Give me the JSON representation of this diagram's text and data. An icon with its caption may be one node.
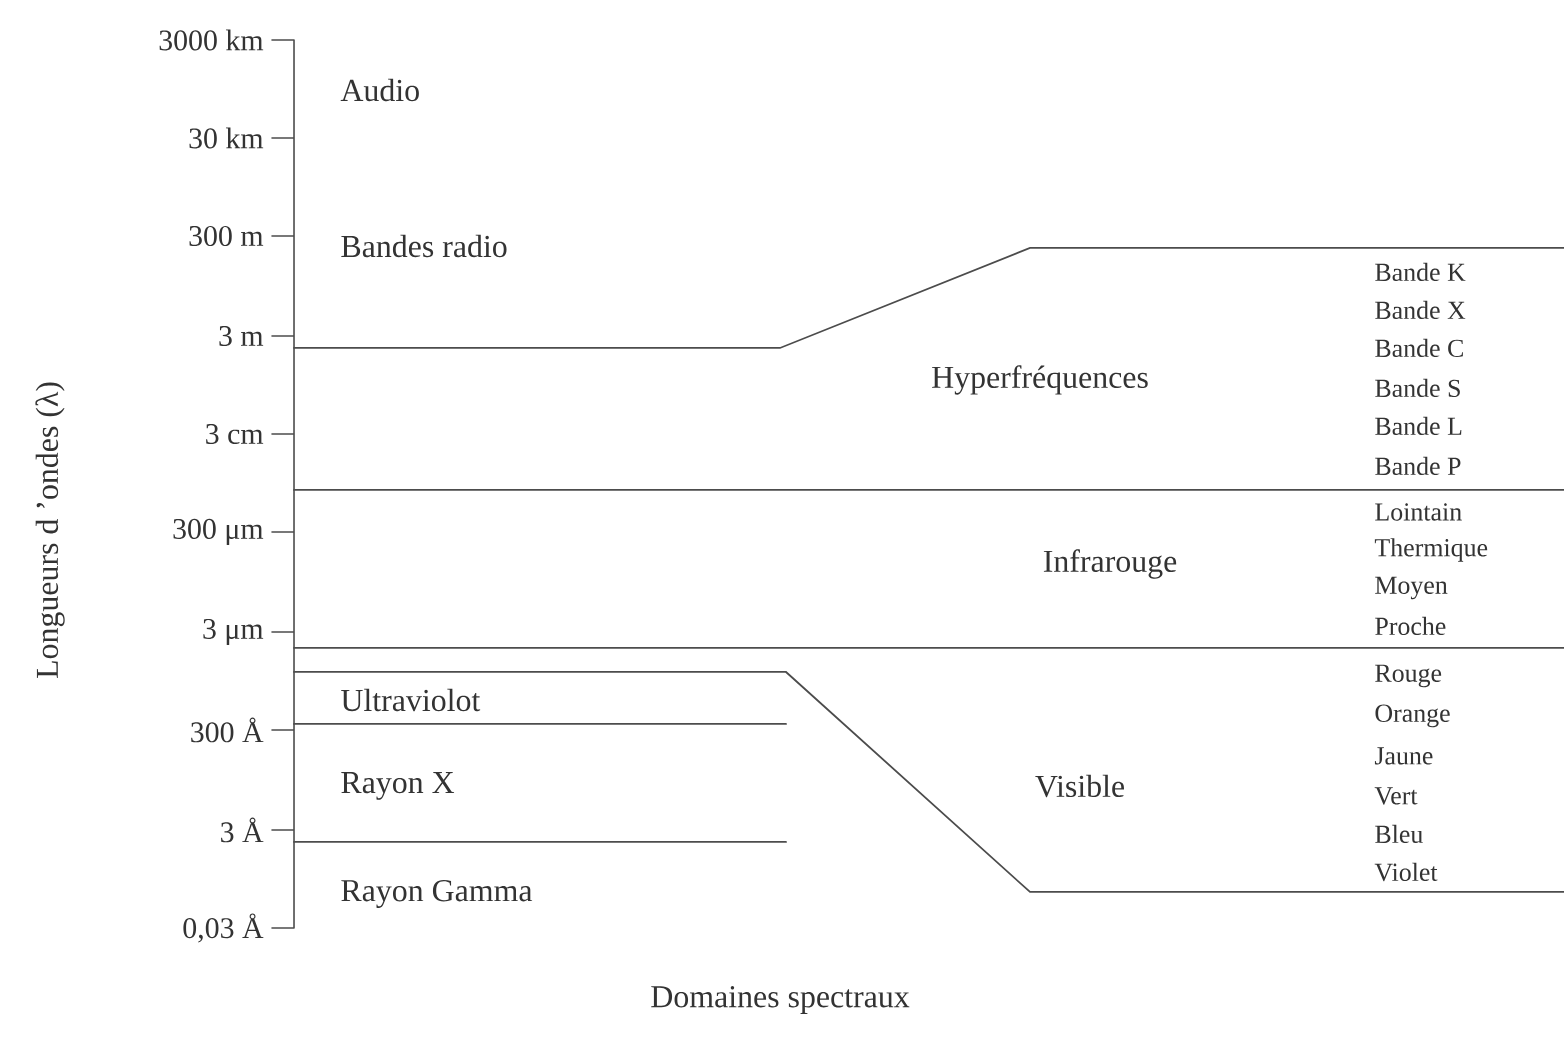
{
  "diagram": {
    "labels": [
      "3000 km",
      "Audio",
      "30 km",
      "300 m",
      "Bandes radio",
      "3 m",
      "Bande K",
      "Bande X",
      "Bande C",
      "Hyperfréquences",
      "Bande S",
      "3 cm",
      "Bande L",
      "Bande P",
      "Lointain",
      "300 μm",
      "Thermique",
      "Infrarouge",
      "Moyen",
      "Proche",
      "3 μm",
      "Rouge",
      "Ultraviolot",
      "Orange",
      "300 Å",
      "Jaune",
      "Rayon X",
      "Visible",
      "Vert",
      "Bleu",
      "3 Å",
      "Violet",
      "Rayon Gamma",
      "0,03 Å",
      "Longueurs d ’ondes (λ)",
      "Domaines spectraux"
    ]
  }
}
